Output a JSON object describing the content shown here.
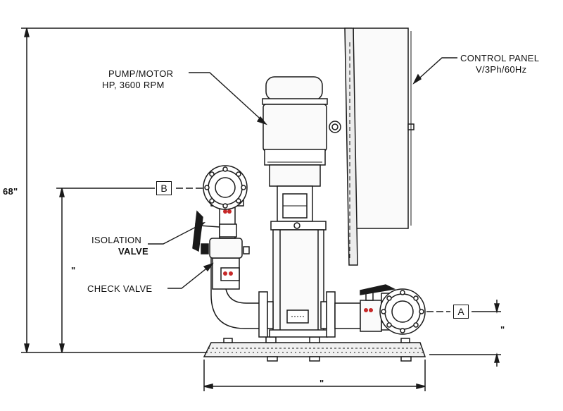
{
  "labels": {
    "pump_motor": [
      "PUMP/MOTOR",
      "HP, 3600 RPM"
    ],
    "control_panel": [
      "CONTROL PANEL",
      "V/3Ph/60Hz"
    ],
    "isolation_valve": [
      "ISOLATION",
      "VALVE"
    ],
    "check_valve": "CHECK VALVE"
  },
  "connections": {
    "outlet": "B",
    "inlet": "A"
  },
  "dimensions": {
    "overall_height": "68\"",
    "outlet_height": "\"",
    "inlet_height": "\"",
    "base_width": "\""
  }
}
